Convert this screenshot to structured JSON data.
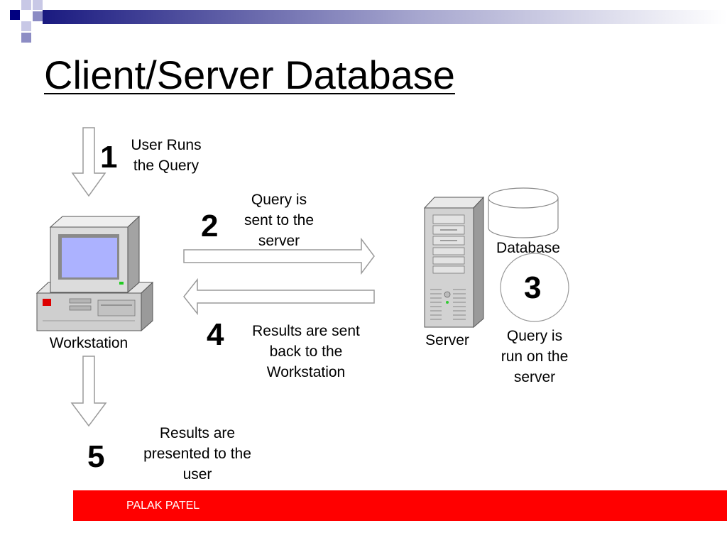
{
  "title": "Client/Server Database",
  "steps": [
    {
      "number": "1",
      "text_lines": [
        "User Runs",
        "the Query"
      ]
    },
    {
      "number": "2",
      "text_lines": [
        "Query is",
        "sent to the",
        "server"
      ]
    },
    {
      "number": "3",
      "text_lines": [
        "Query is",
        "run on the",
        "server"
      ]
    },
    {
      "number": "4",
      "text_lines": [
        "Results are sent",
        "back to the",
        "Workstation"
      ]
    },
    {
      "number": "5",
      "text_lines": [
        "Results are",
        "presented to the",
        "user"
      ]
    }
  ],
  "labels": {
    "workstation": "Workstation",
    "server": "Server",
    "database": "Database"
  },
  "footer": {
    "author": "PALAK PATEL",
    "bar_color": "#ff0000"
  },
  "icons": [
    "corner-squares-decoration",
    "workstation-icon",
    "server-icon",
    "database-icon"
  ]
}
